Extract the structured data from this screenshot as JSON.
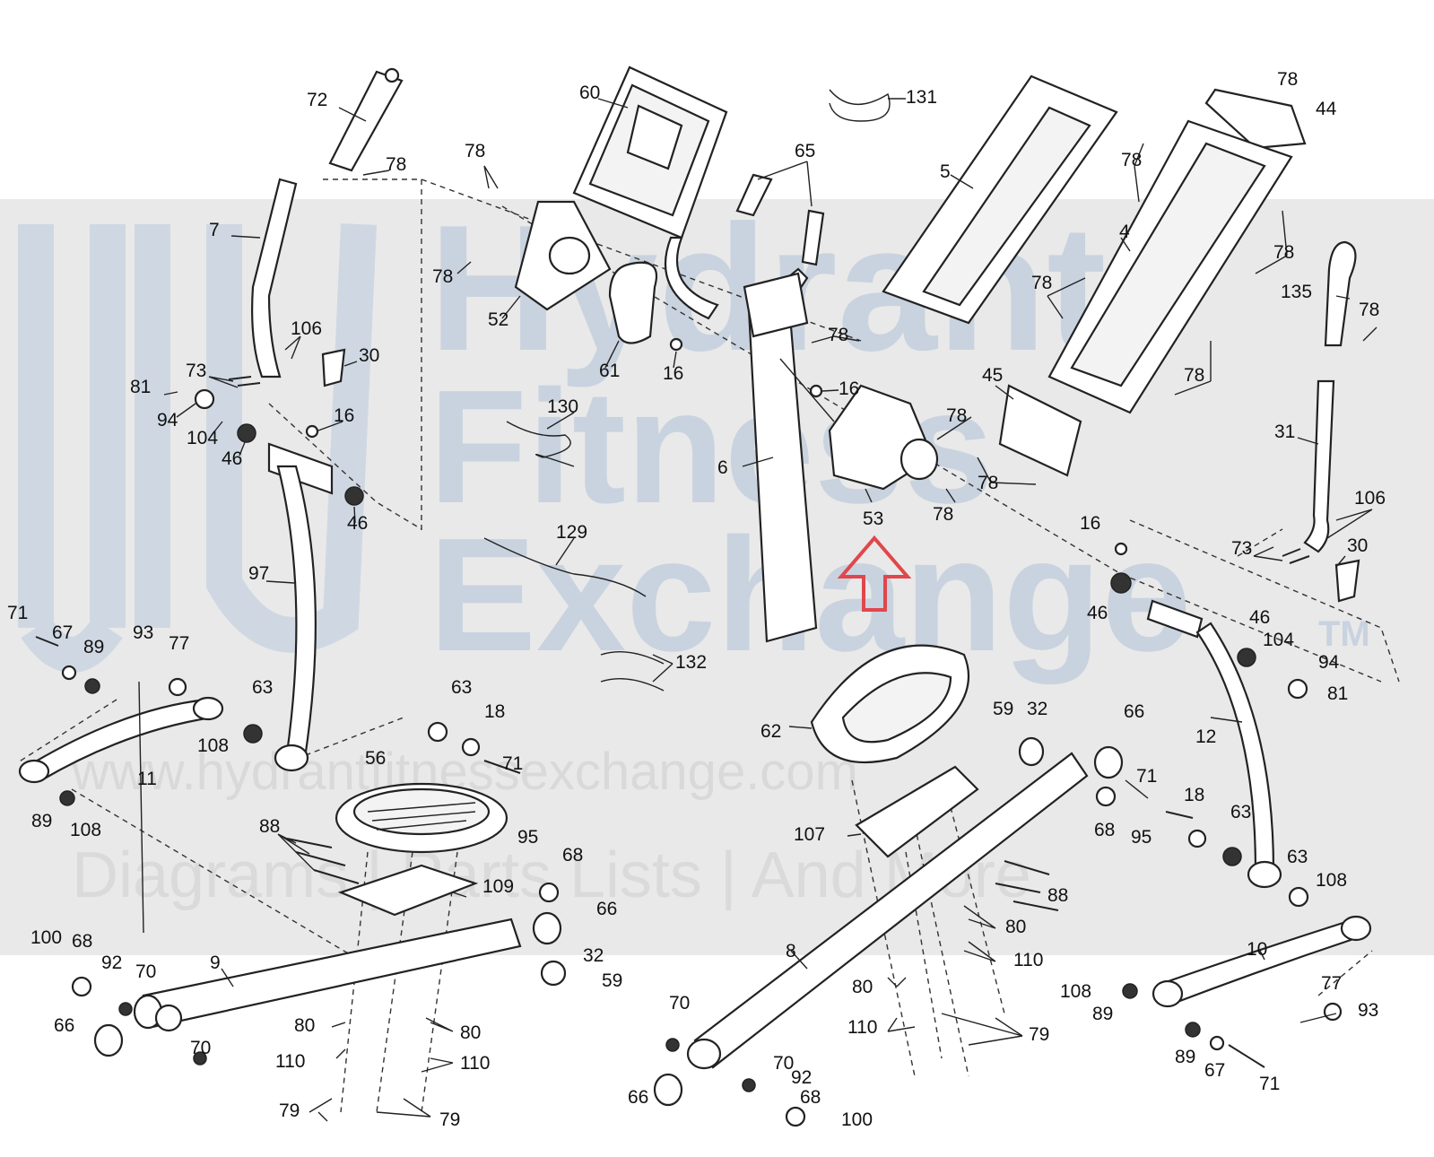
{
  "watermark": {
    "brand_line_1": "Hydrant",
    "brand_line_2": "Fitness",
    "brand_line_3": "Exchange",
    "trademark": "TM",
    "website": "www.hydrantfitnessexchange.com",
    "tagline": "Diagrams | Parts Lists | And More"
  },
  "highlight": {
    "part_number": "53",
    "color": "#e0474c"
  },
  "callouts": [
    "72",
    "78",
    "7",
    "106",
    "30",
    "73",
    "81",
    "94",
    "104",
    "16",
    "46",
    "97",
    "71",
    "67",
    "89",
    "93",
    "77",
    "63",
    "108",
    "11",
    "18",
    "56",
    "88",
    "95",
    "68",
    "109",
    "66",
    "32",
    "59",
    "100",
    "92",
    "70",
    "9",
    "80",
    "110",
    "79",
    "60",
    "52",
    "61",
    "130",
    "129",
    "132",
    "65",
    "6",
    "131",
    "5",
    "53",
    "44",
    "4",
    "135",
    "45",
    "31",
    "12",
    "62",
    "107",
    "8",
    "10"
  ]
}
